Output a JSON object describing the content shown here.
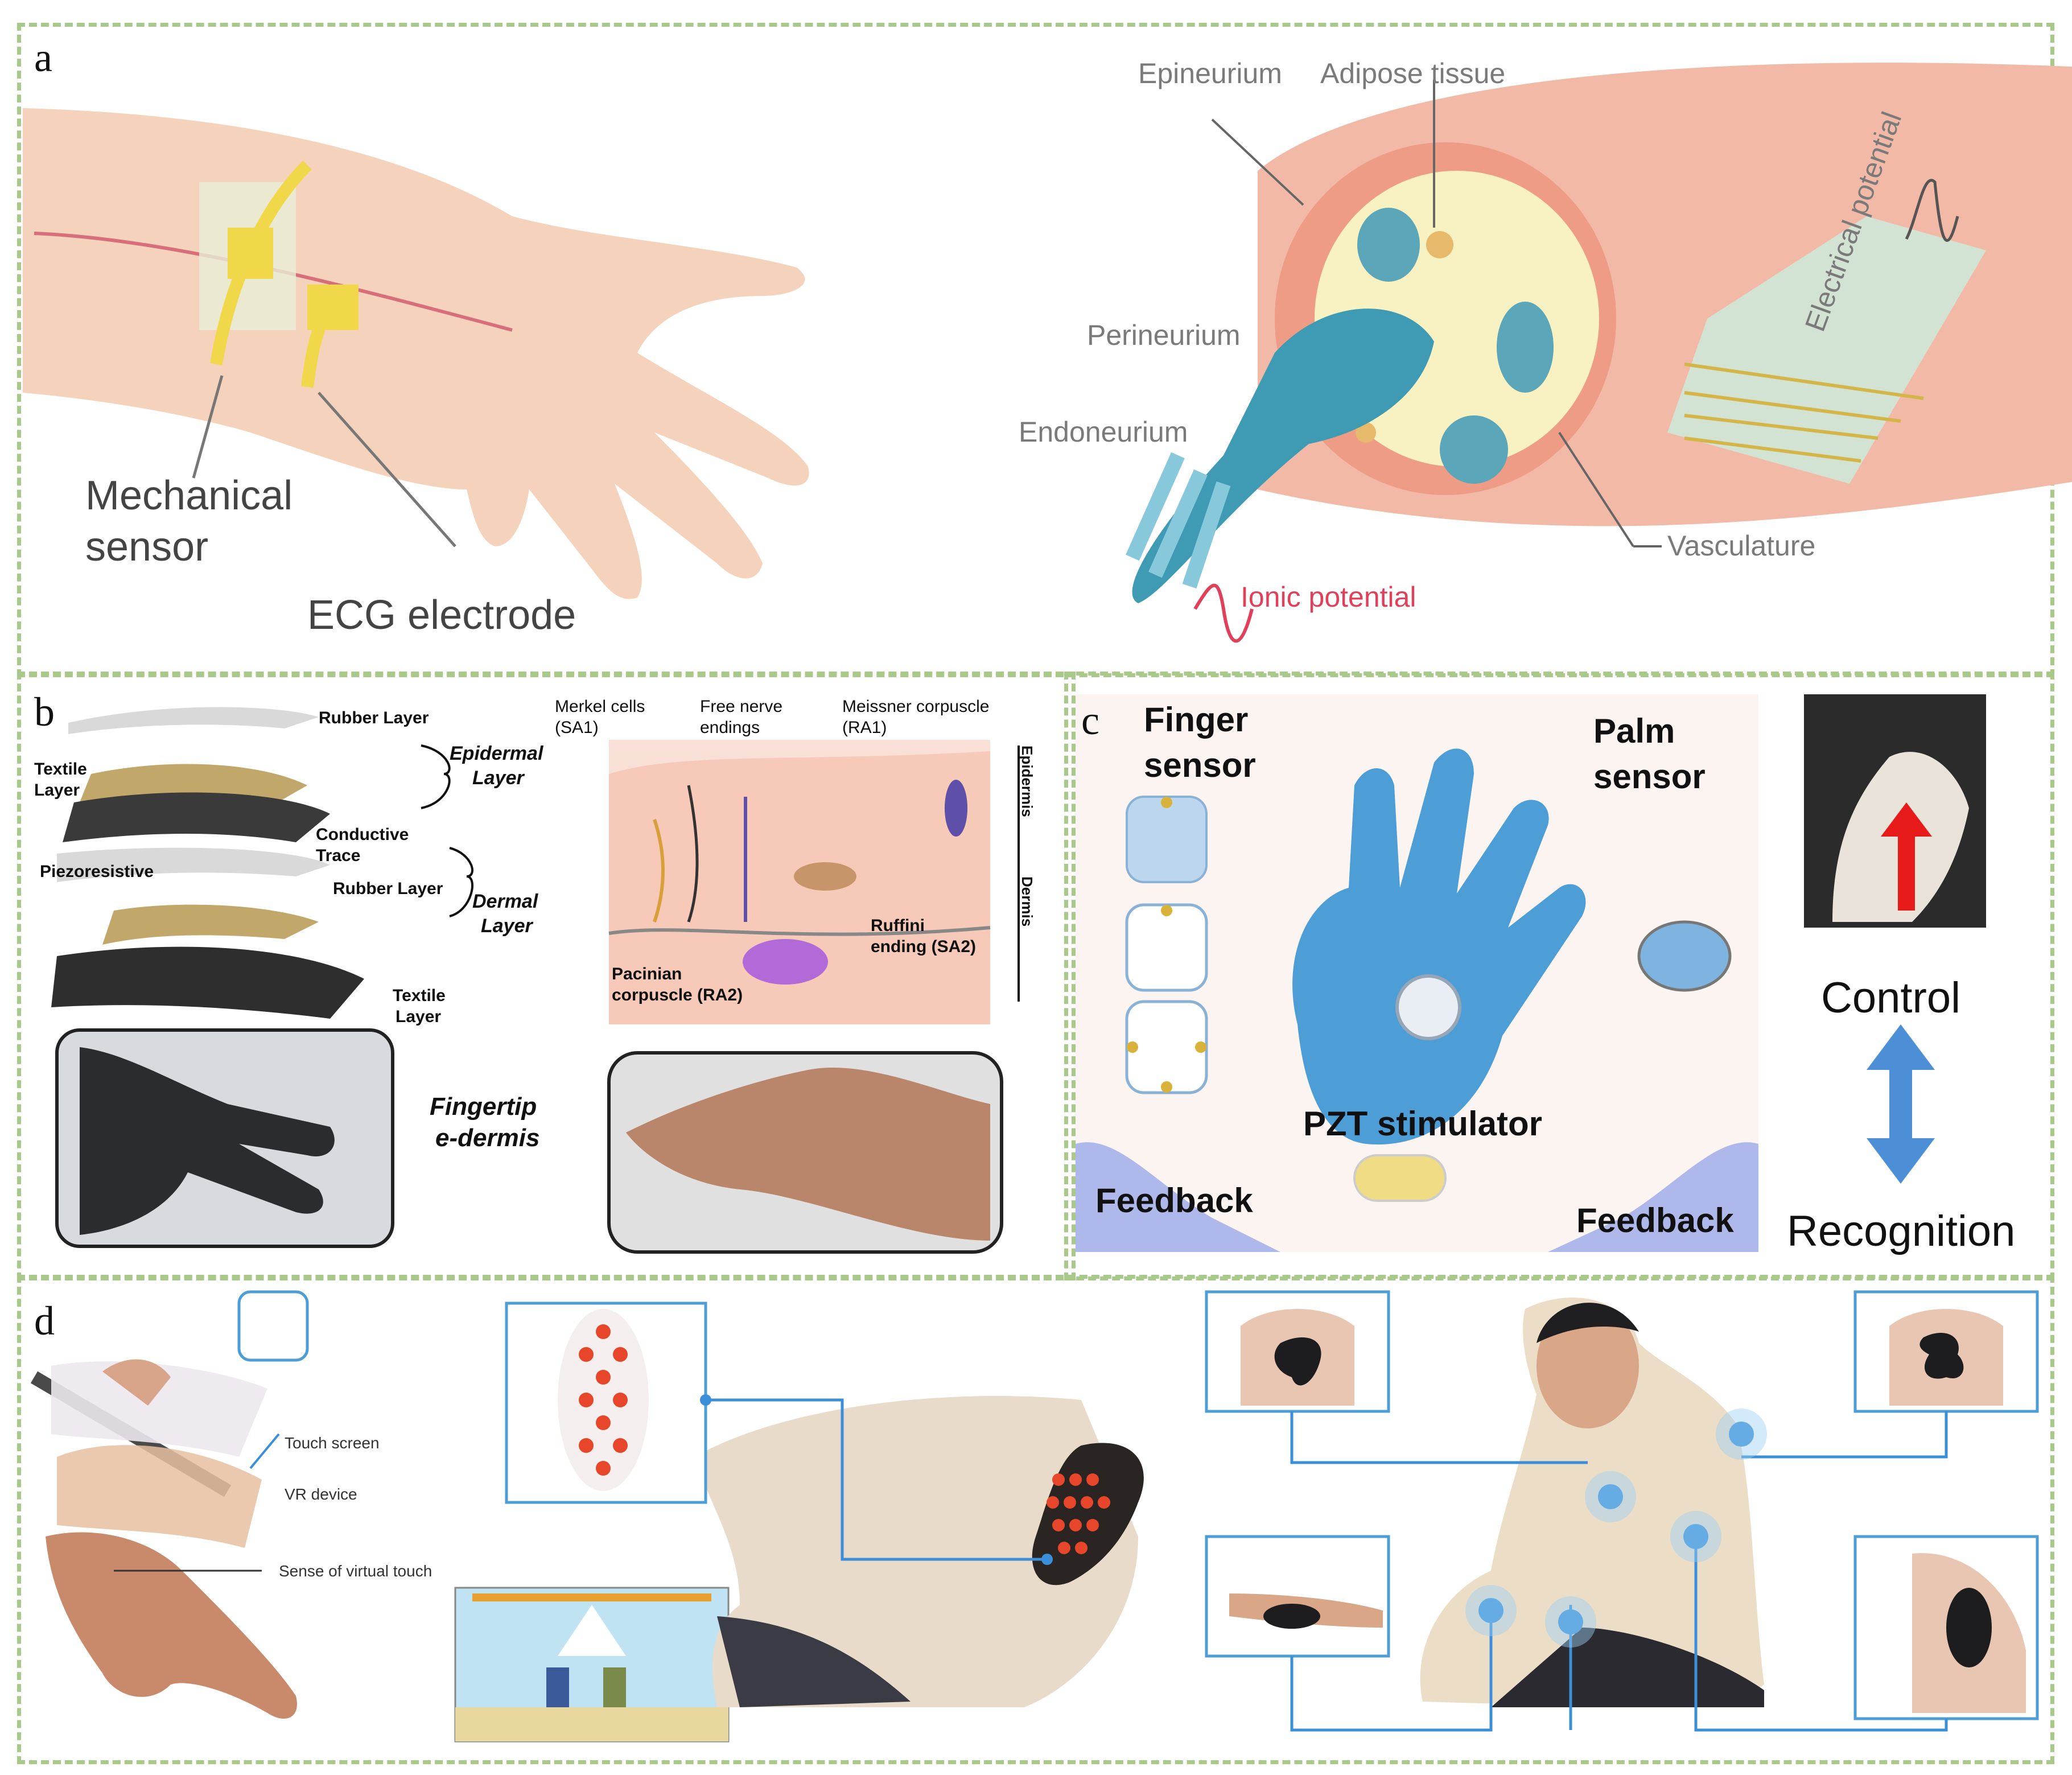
{
  "panels": {
    "a": {
      "letter": "a",
      "labels": {
        "mechanical_sensor_1": "Mechanical",
        "mechanical_sensor_2": "sensor",
        "ecg_electrode": "ECG electrode",
        "epineurium": "Epineurium",
        "adipose_tissue": "Adipose tissue",
        "perineurium": "Perineurium",
        "endoneurium": "Endoneurium",
        "vasculature": "Vasculature",
        "ionic_potential": "Ionic potential",
        "electrical_potential": "Electrical potential"
      }
    },
    "b": {
      "letter": "b",
      "labels": {
        "rubber_layer_top": "Rubber Layer",
        "textile_layer_1": "Textile",
        "textile_layer_2": "Layer",
        "epidermal_layer_1": "Epidermal",
        "epidermal_layer_2": "Layer",
        "conductive_trace_1": "Conductive",
        "conductive_trace_2": "Trace",
        "piezoresistive": "Piezoresistive",
        "rubber_layer_mid": "Rubber Layer",
        "dermal_layer_1": "Dermal",
        "dermal_layer_2": "Layer",
        "textile_bottom_1": "Textile",
        "textile_bottom_2": "Layer",
        "fingertip_1": "Fingertip",
        "fingertip_2": "e-dermis",
        "merkel_1": "Merkel cells",
        "merkel_2": "(SA1)",
        "free_nerve_1": "Free nerve",
        "free_nerve_2": "endings",
        "meissner_1": "Meissner corpuscle",
        "meissner_2": "(RA1)",
        "epidermis": "Epidermis",
        "dermis": "Dermis",
        "ruffini_1": "Ruffini",
        "ruffini_2": "ending (SA2)",
        "pacinian_1": "Pacinian",
        "pacinian_2": "corpuscle (RA2)"
      }
    },
    "c": {
      "letter": "c",
      "labels": {
        "finger_sensor_1": "Finger",
        "finger_sensor_2": "sensor",
        "palm_sensor_1": "Palm",
        "palm_sensor_2": "sensor",
        "pzt_stimulator": "PZT stimulator",
        "feedback_left": "Feedback",
        "feedback_right": "Feedback",
        "control": "Control",
        "recognition": "Recognition"
      }
    },
    "d": {
      "letter": "d",
      "labels": {
        "touch_screen": "Touch screen",
        "vr_device": "VR device",
        "sense_virtual_touch": "Sense of virtual touch"
      }
    }
  },
  "colors": {
    "border": "#a8c98a",
    "accent_blue": "#3a8fd8",
    "ionic_red": "#e0405a",
    "skin": "#f3cdb2"
  }
}
